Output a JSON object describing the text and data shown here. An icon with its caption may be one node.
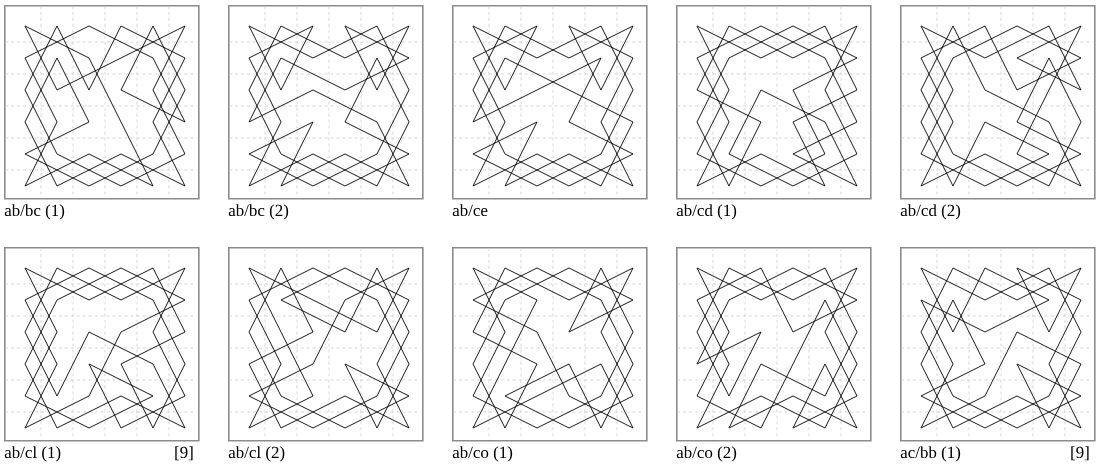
{
  "diagram": {
    "nodes": [
      {
        "text": [
          "ab/bc (1)"
        ]
      },
      {
        "text": [
          "ab/bc (2)"
        ]
      },
      {
        "text": [
          "ab/ce"
        ]
      },
      {
        "text": [
          "ab/cd (1)"
        ]
      },
      {
        "text": [
          "ab/cd (2)"
        ]
      },
      {
        "text": [
          "ab/cl (1)"
        ],
        "beside": [
          "[9]"
        ]
      },
      {
        "text": [
          "ab/cl (2)"
        ]
      },
      {
        "text": [
          "ab/co (1)"
        ]
      },
      {
        "text": [
          "ab/co (2)"
        ]
      },
      {
        "text": [
          "ac/bb (1)"
        ],
        "beside": [
          "[9]"
        ]
      }
    ]
  }
}
